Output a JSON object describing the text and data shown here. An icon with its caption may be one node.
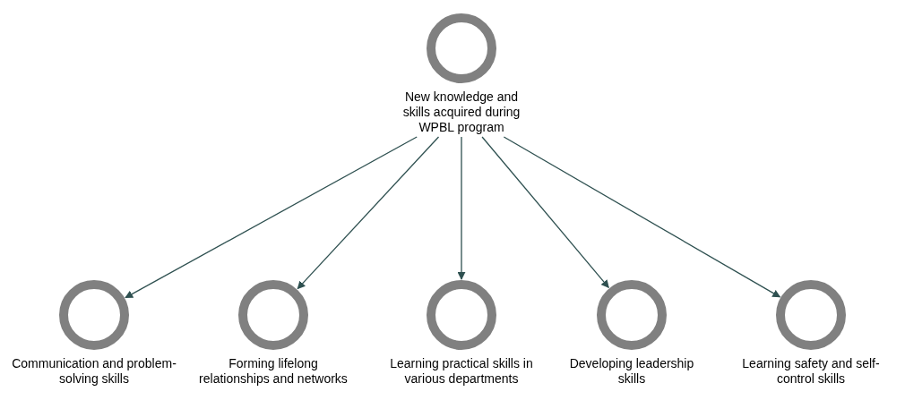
{
  "diagram": {
    "nodes": [
      {
        "text": [
          "New knowledge and skills acquired during WPBL program"
        ]
      },
      {
        "text": [
          "Communication and problem-solving skills"
        ]
      },
      {
        "text": [
          "Forming lifelong relationships and networks"
        ]
      },
      {
        "text": [
          "Learning practical skills in various departments"
        ]
      },
      {
        "text": [
          "Developing leadership skills"
        ]
      },
      {
        "text": [
          "Learning safety and self-control skills"
        ]
      }
    ],
    "edges": [
      {
        "from": 0,
        "to": 1,
        "arrow": "to"
      },
      {
        "from": 0,
        "to": 2,
        "arrow": "to"
      },
      {
        "from": 0,
        "to": 3,
        "arrow": "to"
      },
      {
        "from": 0,
        "to": 4,
        "arrow": "to"
      },
      {
        "from": 0,
        "to": 5,
        "arrow": "to"
      }
    ]
  }
}
